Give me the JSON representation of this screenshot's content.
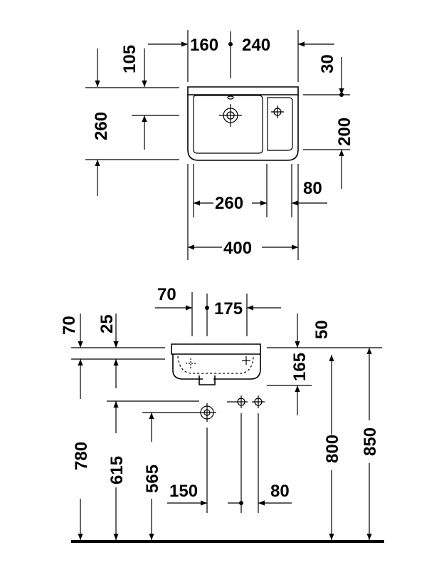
{
  "drawing": {
    "plan_view": {
      "dimensions": {
        "depth_105": "105",
        "left_160": "160",
        "right_240": "240",
        "rim_30": "30",
        "height_260": "260",
        "inner_200": "200",
        "side_80": "80",
        "bowl_260": "260",
        "width_400": "400"
      }
    },
    "side_view": {
      "dimensions": {
        "left_70": "70",
        "center_175": "175",
        "left_70_v": "70",
        "top_25": "25",
        "right_50": "50",
        "height_165": "165",
        "h_780": "780",
        "h_615": "615",
        "h_565": "565",
        "h_800": "800",
        "h_850": "850",
        "offset_150": "150",
        "offset_80": "80"
      }
    }
  }
}
